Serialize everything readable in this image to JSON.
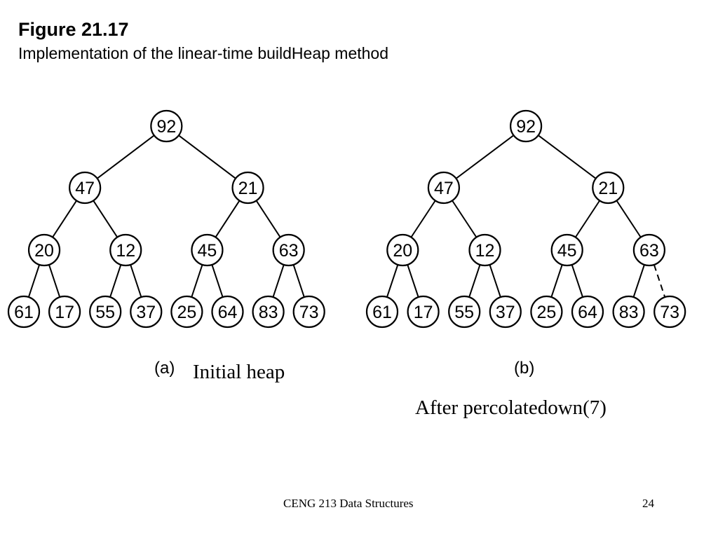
{
  "slide": {
    "figure_title": "Figure 21.17",
    "figure_subtitle": "Implementation of the linear-time buildHeap method"
  },
  "diagrams": [
    {
      "label": "(a)",
      "caption": "Initial heap",
      "nodes": [
        "92",
        "47",
        "21",
        "20",
        "12",
        "45",
        "63",
        "61",
        "17",
        "55",
        "37",
        "25",
        "64",
        "83",
        "73"
      ],
      "dashed_edges": []
    },
    {
      "label": "(b)",
      "caption": "After percolatedown(7)",
      "nodes": [
        "92",
        "47",
        "21",
        "20",
        "12",
        "45",
        "63",
        "61",
        "17",
        "55",
        "37",
        "25",
        "64",
        "83",
        "73"
      ],
      "dashed_edges": [
        [
          6,
          14
        ]
      ]
    }
  ],
  "footer": {
    "course": "CENG 213 Data Structures",
    "page_number": "24"
  }
}
